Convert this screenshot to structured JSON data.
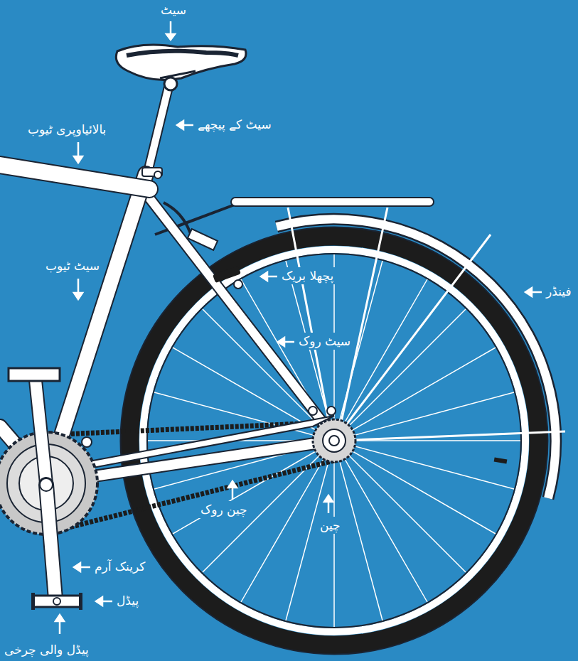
{
  "diagram": {
    "labels": [
      "سیٹ",
      "سیٹ کے پیچھے",
      "بالائیاوپری ٹیوب",
      "سیٹ ٹیوب",
      "پچھلا بریک",
      "فینڈر",
      "سیٹ روک",
      "چین روک",
      "چین",
      "کرینک آرم",
      "پیڈل",
      "پیڈل والی چرخی"
    ]
  }
}
